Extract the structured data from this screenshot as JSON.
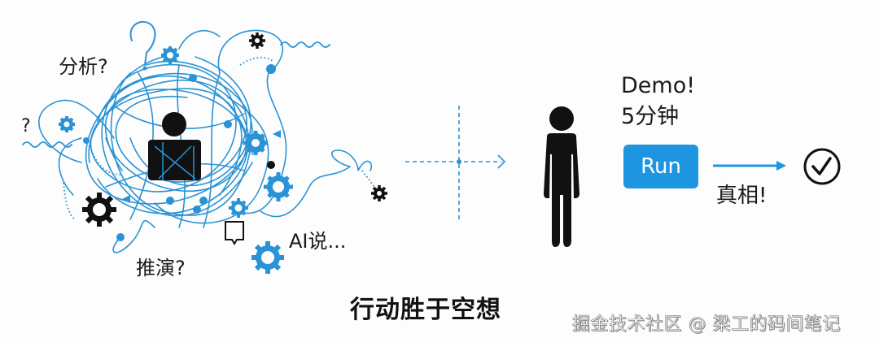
{
  "left_panel": {
    "labels": {
      "analysis": "分析?",
      "question": "?",
      "deduction": "推演?",
      "ai_says": "AI说..."
    }
  },
  "right_panel": {
    "demo_line1": "Demo!",
    "demo_line2": "5分钟",
    "run_button": "Run",
    "truth_label": "真相!"
  },
  "caption": "行动胜于空想",
  "watermark": "掘金技术社区 @ 梁工的码间笔记",
  "colors": {
    "accent_blue": "#1e95e0",
    "ink": "#111111",
    "background": "#fdfdfd"
  }
}
